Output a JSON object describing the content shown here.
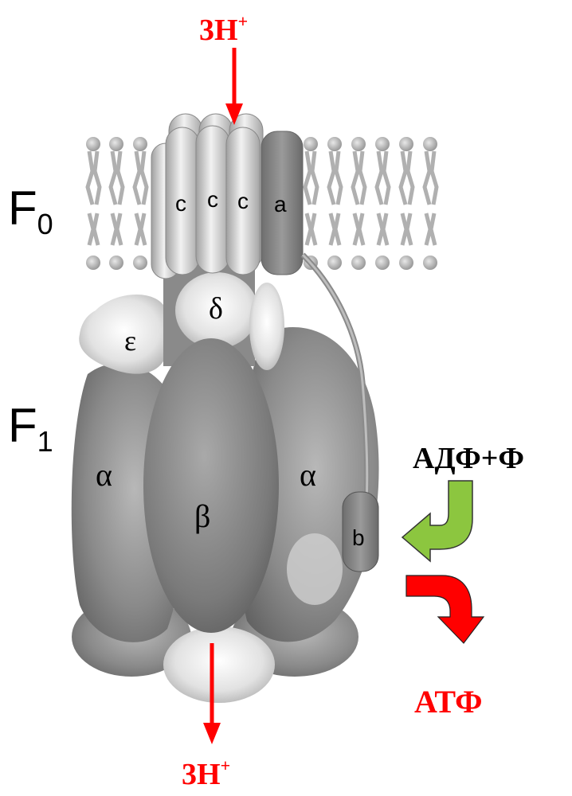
{
  "labels": {
    "proton_in": "3H",
    "proton_in_sup": "+",
    "proton_out": "3H",
    "proton_out_sup": "+",
    "f0_main": "F",
    "f0_sub": "0",
    "f1_main": "F",
    "f1_sub": "1",
    "adp_pi": "АДФ+Ф",
    "atp": "АТФ",
    "subunits": {
      "c1": "c",
      "c2": "c",
      "c3": "c",
      "a": "a",
      "delta": "δ",
      "epsilon": "ε",
      "alpha_left": "α",
      "beta": "β",
      "alpha_right": "α",
      "b": "b"
    }
  },
  "colors": {
    "proton_arrow": "#ff0000",
    "atp_text": "#ff0000",
    "adp_arrow": "#8cc63f",
    "atp_arrow": "#ff0000",
    "membrane": "#b5b5b5",
    "protein_dark": "#7a7a7a",
    "protein_light": "#e6e6e6"
  }
}
